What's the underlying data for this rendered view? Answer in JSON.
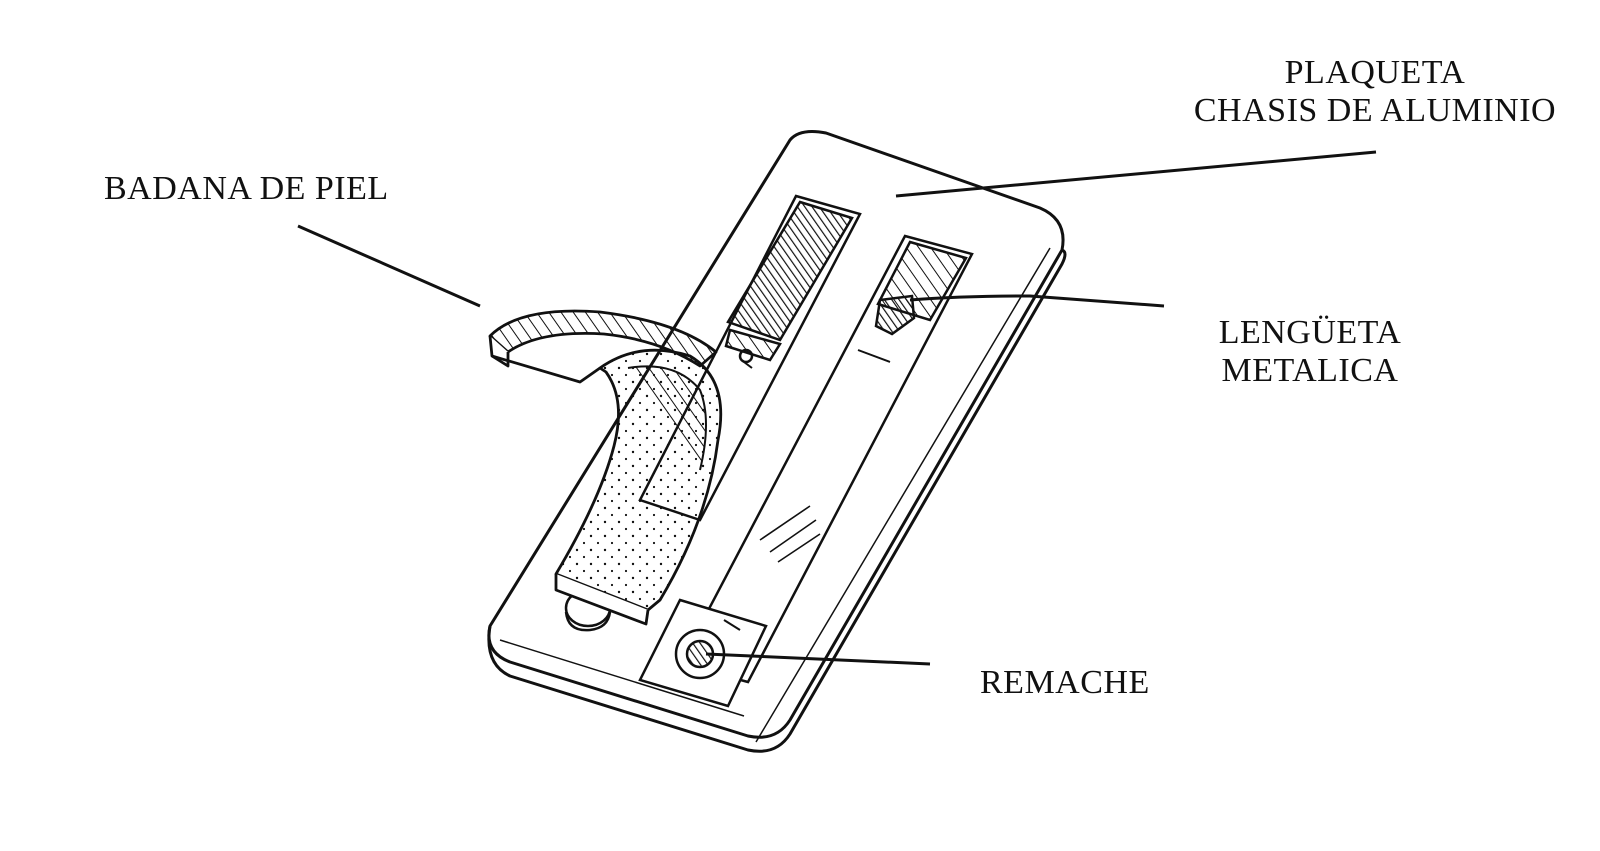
{
  "labels": {
    "plaqueta": {
      "line1": "PLAQUETA",
      "line2": "CHASIS DE ALUMINIO"
    },
    "badana": "BADANA DE PIEL",
    "lengueta": {
      "line1": "LENGÜETA",
      "line2": "METALICA"
    },
    "remache": "REMACHE"
  },
  "colors": {
    "ink": "#111111",
    "paper": "#ffffff"
  }
}
